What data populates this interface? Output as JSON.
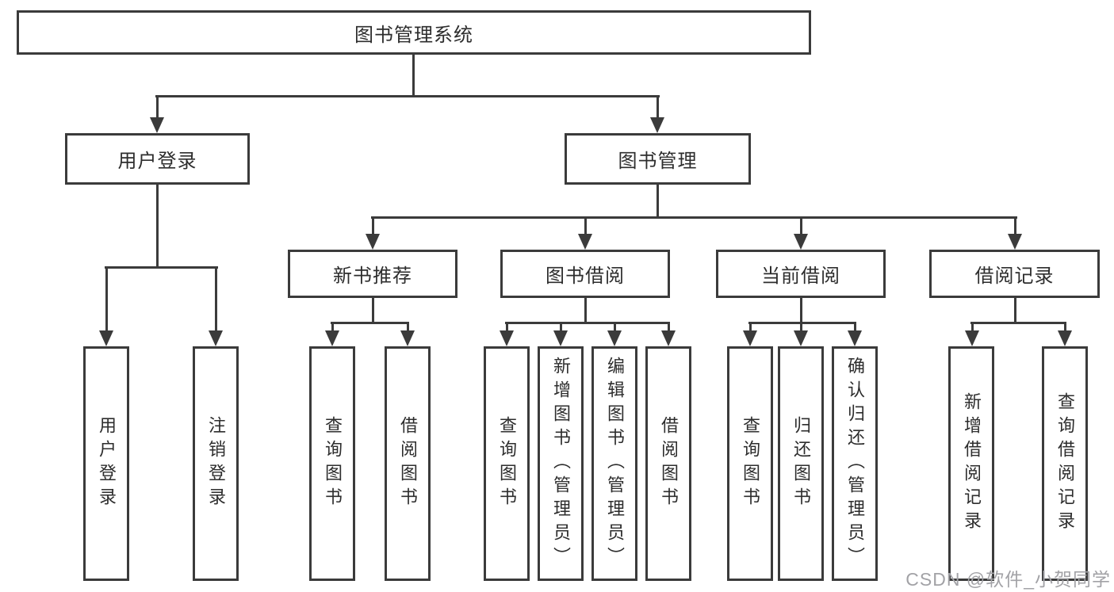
{
  "tree": {
    "root": "图书管理系统",
    "level2": {
      "user": "用户登录",
      "mgmt": "图书管理"
    },
    "user_children": [
      "用户登录",
      "注销登录"
    ],
    "mgmt_children": {
      "new_book": {
        "label": "新书推荐",
        "children": [
          "查询图书",
          "借阅图书"
        ]
      },
      "borrow": {
        "label": "图书借阅",
        "children": [
          "查询图书",
          "新增图书（管理员）",
          "编辑图书（管理员）",
          "借阅图书"
        ]
      },
      "current": {
        "label": "当前借阅",
        "children": [
          "查询图书",
          "归还图书",
          "确认归还（管理员）"
        ]
      },
      "record": {
        "label": "借阅记录",
        "children": [
          "新增借阅记录",
          "查询借阅记录"
        ]
      }
    }
  },
  "watermark": "CSDN @软件_小贺同学",
  "colors": {
    "line": "#3b3b3b",
    "text": "#2d2d2d",
    "box_fill": "#ffffff",
    "background": "#ffffff",
    "watermark": "#a2a2a6"
  }
}
